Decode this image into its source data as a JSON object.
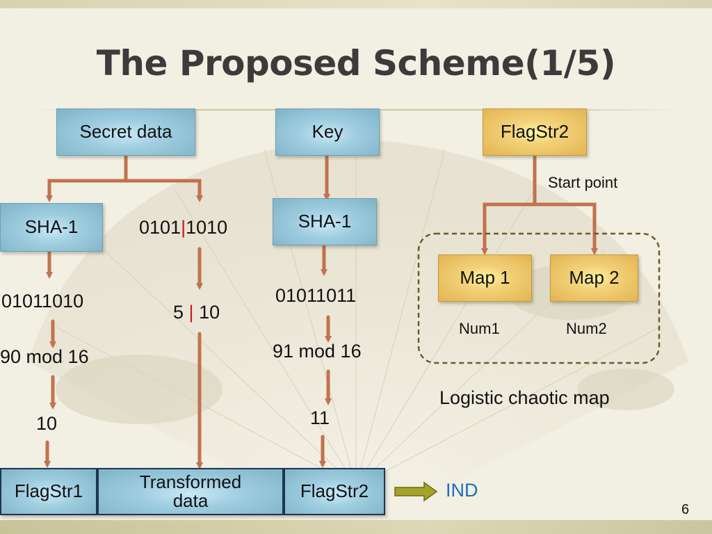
{
  "slide": {
    "title": "The Proposed Scheme(1/5)",
    "page_number": "6"
  },
  "colors": {
    "blue_box": "#9fcde0",
    "gold_box": "#f3d27a",
    "arrow": "#c0734e",
    "red_separator": "#d0141c",
    "ind_text": "#1b6fb8",
    "dashed_border": "#6b5a2a",
    "ind_arrow": "#7a7a10"
  },
  "top_row": {
    "secret_data": "Secret data",
    "key": "Key",
    "flagstr2": "FlagStr2"
  },
  "left_branch": {
    "sha": "SHA-1",
    "bits": "01011010",
    "mod": "90 mod 16",
    "result": "10"
  },
  "middle_branch": {
    "bits_left": "0101",
    "separator": "|",
    "bits_right": "1010",
    "num_left": "5",
    "num_right": "10"
  },
  "key_branch": {
    "sha": "SHA-1",
    "bits": "01011011",
    "mod": "91 mod 16",
    "result": "11"
  },
  "map_branch": {
    "start_point": "Start point",
    "map1": "Map 1",
    "map2": "Map 2",
    "num1": "Num1",
    "num2": "Num2",
    "caption": "Logistic chaotic map"
  },
  "bottom_row": {
    "flagstr1": "FlagStr1",
    "transformed_line1": "Transformed",
    "transformed_line2": "data",
    "flagstr2": "FlagStr2",
    "ind": "IND"
  }
}
